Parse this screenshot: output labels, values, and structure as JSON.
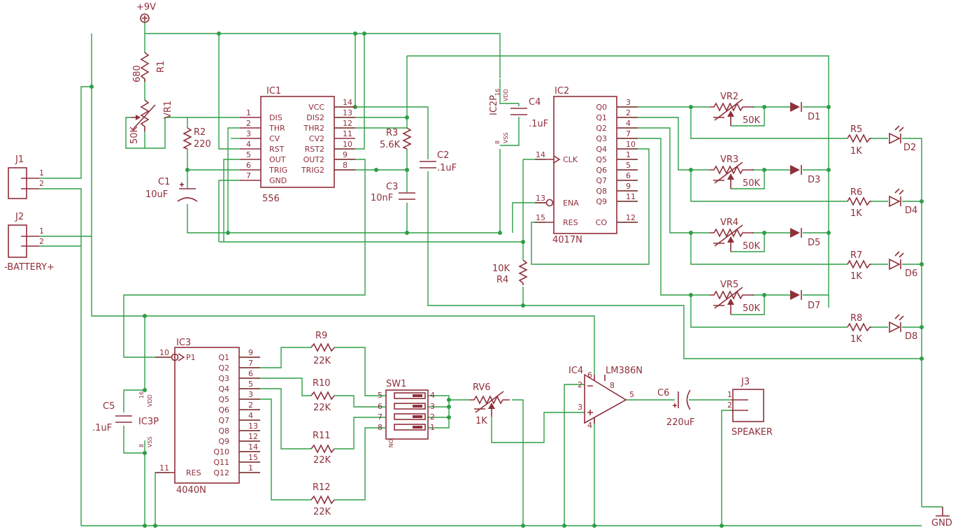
{
  "supply": {
    "label": "+9V"
  },
  "ground": {
    "label": "GND"
  },
  "connectors": {
    "j1": {
      "name": "J1",
      "pin1": "1",
      "pin2": "2"
    },
    "j2": {
      "name": "J2",
      "pin1": "1",
      "pin2": "2"
    },
    "battery_label": "-BATTERY+",
    "j3": {
      "name": "J3",
      "pin1": "1",
      "pin2": "2",
      "label": "SPEAKER"
    }
  },
  "ic1": {
    "name": "IC1",
    "part": "556",
    "left_pins": [
      {
        "num": "1",
        "name": "DIS"
      },
      {
        "num": "2",
        "name": "THR"
      },
      {
        "num": "3",
        "name": "CV"
      },
      {
        "num": "4",
        "name": "RST"
      },
      {
        "num": "5",
        "name": "OUT"
      },
      {
        "num": "6",
        "name": "TRIG"
      },
      {
        "num": "7",
        "name": "GND"
      }
    ],
    "right_pins": [
      {
        "num": "14",
        "name": "VCC"
      },
      {
        "num": "13",
        "name": "DIS2"
      },
      {
        "num": "12",
        "name": "THR2"
      },
      {
        "num": "11",
        "name": "CV2"
      },
      {
        "num": "10",
        "name": "RST2"
      },
      {
        "num": "9",
        "name": "OUT2"
      },
      {
        "num": "8",
        "name": "TRIG2"
      }
    ]
  },
  "ic2": {
    "name": "IC2",
    "part": "4017N",
    "left_pins": [
      {
        "num": "14",
        "name": "CLK"
      },
      {
        "num": "13",
        "name": "ENA"
      },
      {
        "num": "15",
        "name": "RES"
      }
    ],
    "right_pins": [
      {
        "num": "3",
        "name": "Q0"
      },
      {
        "num": "2",
        "name": "Q1"
      },
      {
        "num": "4",
        "name": "Q2"
      },
      {
        "num": "7",
        "name": "Q3"
      },
      {
        "num": "10",
        "name": "Q4"
      },
      {
        "num": "1",
        "name": "Q5"
      },
      {
        "num": "5",
        "name": "Q6"
      },
      {
        "num": "6",
        "name": "Q7"
      },
      {
        "num": "9",
        "name": "Q8"
      },
      {
        "num": "11",
        "name": "Q9"
      },
      {
        "num": "12",
        "name": "CO"
      }
    ],
    "power": {
      "name": "IC2P",
      "vdd_pin": "16",
      "vdd": "VDD",
      "vss_pin": "8",
      "vss": "VSS"
    }
  },
  "ic3": {
    "name": "IC3",
    "part": "4040N",
    "left_pins": [
      {
        "num": "10",
        "name": "P1"
      },
      {
        "num": "11",
        "name": "RES"
      }
    ],
    "right_pins": [
      {
        "num": "9",
        "name": "Q1"
      },
      {
        "num": "7",
        "name": "Q2"
      },
      {
        "num": "6",
        "name": "Q3"
      },
      {
        "num": "5",
        "name": "Q4"
      },
      {
        "num": "3",
        "name": "Q5"
      },
      {
        "num": "2",
        "name": "Q6"
      },
      {
        "num": "4",
        "name": "Q7"
      },
      {
        "num": "13",
        "name": "Q8"
      },
      {
        "num": "12",
        "name": "Q9"
      },
      {
        "num": "14",
        "name": "Q10"
      },
      {
        "num": "15",
        "name": "Q11"
      },
      {
        "num": "1",
        "name": "Q12"
      }
    ],
    "power": {
      "name": "IC3P",
      "vdd_pin": "16",
      "vdd": "VDD",
      "vss_pin": "8",
      "vss": "VSS"
    }
  },
  "ic4": {
    "name": "IC4",
    "part": "LM386N",
    "pins": {
      "inv": "2",
      "noninv": "3",
      "out": "5",
      "vs": "6",
      "gain": "8",
      "gnd": "4"
    }
  },
  "resistors": [
    {
      "name": "R1",
      "value": "680"
    },
    {
      "name": "R2",
      "value": "220"
    },
    {
      "name": "R3",
      "value": "5.6K"
    },
    {
      "name": "R4",
      "value": "10K"
    },
    {
      "name": "R5",
      "value": "1K"
    },
    {
      "name": "R6",
      "value": "1K"
    },
    {
      "name": "R7",
      "value": "1K"
    },
    {
      "name": "R8",
      "value": "1K"
    },
    {
      "name": "R9",
      "value": "22K"
    },
    {
      "name": "R10",
      "value": "22K"
    },
    {
      "name": "R11",
      "value": "22K"
    },
    {
      "name": "R12",
      "value": "22K"
    }
  ],
  "pots": [
    {
      "name": "VR1",
      "value": "50K"
    },
    {
      "name": "VR2",
      "value": "50K"
    },
    {
      "name": "VR3",
      "value": "50K"
    },
    {
      "name": "VR4",
      "value": "50K"
    },
    {
      "name": "VR5",
      "value": "50K"
    },
    {
      "name": "RV6",
      "value": "1K"
    }
  ],
  "capacitors": [
    {
      "name": "C1",
      "value": "10uF"
    },
    {
      "name": "C2",
      "value": ".1uF"
    },
    {
      "name": "C3",
      "value": "10nF"
    },
    {
      "name": "C4",
      "value": ".1uF"
    },
    {
      "name": "C5",
      "value": ".1uF"
    },
    {
      "name": "C6",
      "value": "220uF"
    }
  ],
  "diodes": [
    "D1",
    "D3",
    "D5",
    "D7"
  ],
  "leds": [
    "D2",
    "D4",
    "D6",
    "D8"
  ],
  "switch": {
    "name": "SW1",
    "on_label": "ON",
    "left_pins": [
      "5",
      "6",
      "7",
      "8"
    ],
    "right_pins": [
      "4",
      "3",
      "2",
      "1"
    ]
  },
  "colors": {
    "wire": "#2e9e46",
    "component": "#8f2f3a",
    "background": "#ffffff"
  }
}
